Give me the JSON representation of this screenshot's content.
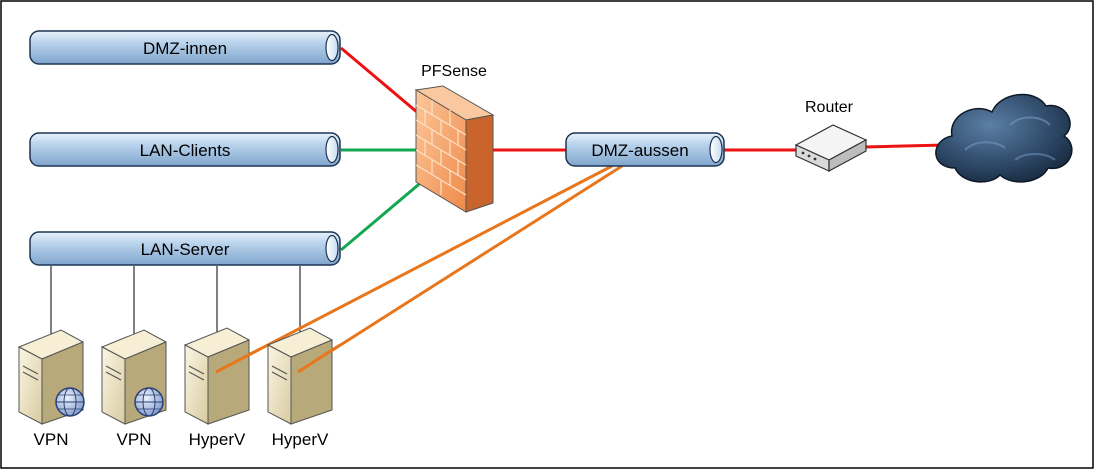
{
  "segments": {
    "dmz_innen": "DMZ-innen",
    "lan_clients": "LAN-Clients",
    "lan_server": "LAN-Server",
    "dmz_aussen": "DMZ-aussen"
  },
  "devices": {
    "firewall": "PFSense",
    "router": "Router",
    "internet": "cloud-icon"
  },
  "servers": [
    {
      "label": "VPN",
      "icon": "server-globe-icon"
    },
    {
      "label": "VPN",
      "icon": "server-globe-icon"
    },
    {
      "label": "HyperV",
      "icon": "server-icon"
    },
    {
      "label": "HyperV",
      "icon": "server-icon"
    }
  ],
  "colors": {
    "untrusted_link": "#ee1111",
    "trusted_link": "#13a84f",
    "dmz_link": "#e8761c",
    "lan_link": "#000000",
    "segment_fill": "#a9c7e4",
    "firewall_fill": "#f7a56a",
    "cloud_fill": "#34506e"
  }
}
